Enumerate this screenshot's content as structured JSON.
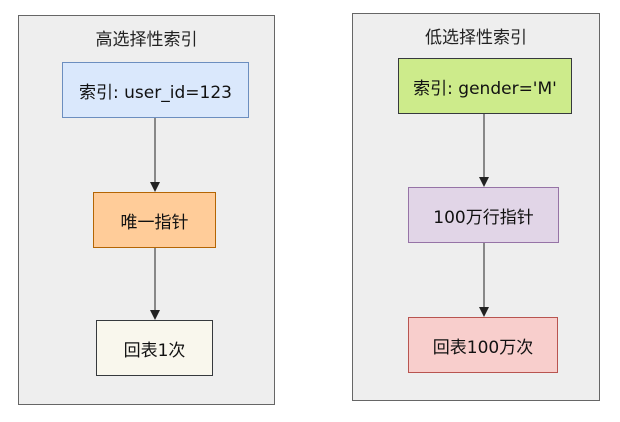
{
  "left_panel": {
    "title": "高选择性索引",
    "nodes": [
      {
        "label": "索引: user_id=123",
        "fill": "#dae8fc",
        "border": "#6c8ebf"
      },
      {
        "label": "唯一指针",
        "fill": "#ffcc99",
        "border": "#b46504"
      },
      {
        "label": "回表1次",
        "fill": "#f9f7ed",
        "border": "#36393d"
      }
    ]
  },
  "right_panel": {
    "title": "低选择性索引",
    "nodes": [
      {
        "label": "索引: gender='M'",
        "fill": "#cdeb8b",
        "border": "#36393d"
      },
      {
        "label": "100万行指针",
        "fill": "#e1d5e7",
        "border": "#9673a6"
      },
      {
        "label": "回表100万次",
        "fill": "#f8cecc",
        "border": "#b85450"
      }
    ]
  },
  "edges": [
    {
      "from": "left.0",
      "to": "left.1"
    },
    {
      "from": "left.1",
      "to": "left.2"
    },
    {
      "from": "right.0",
      "to": "right.1"
    },
    {
      "from": "right.1",
      "to": "right.2"
    }
  ]
}
